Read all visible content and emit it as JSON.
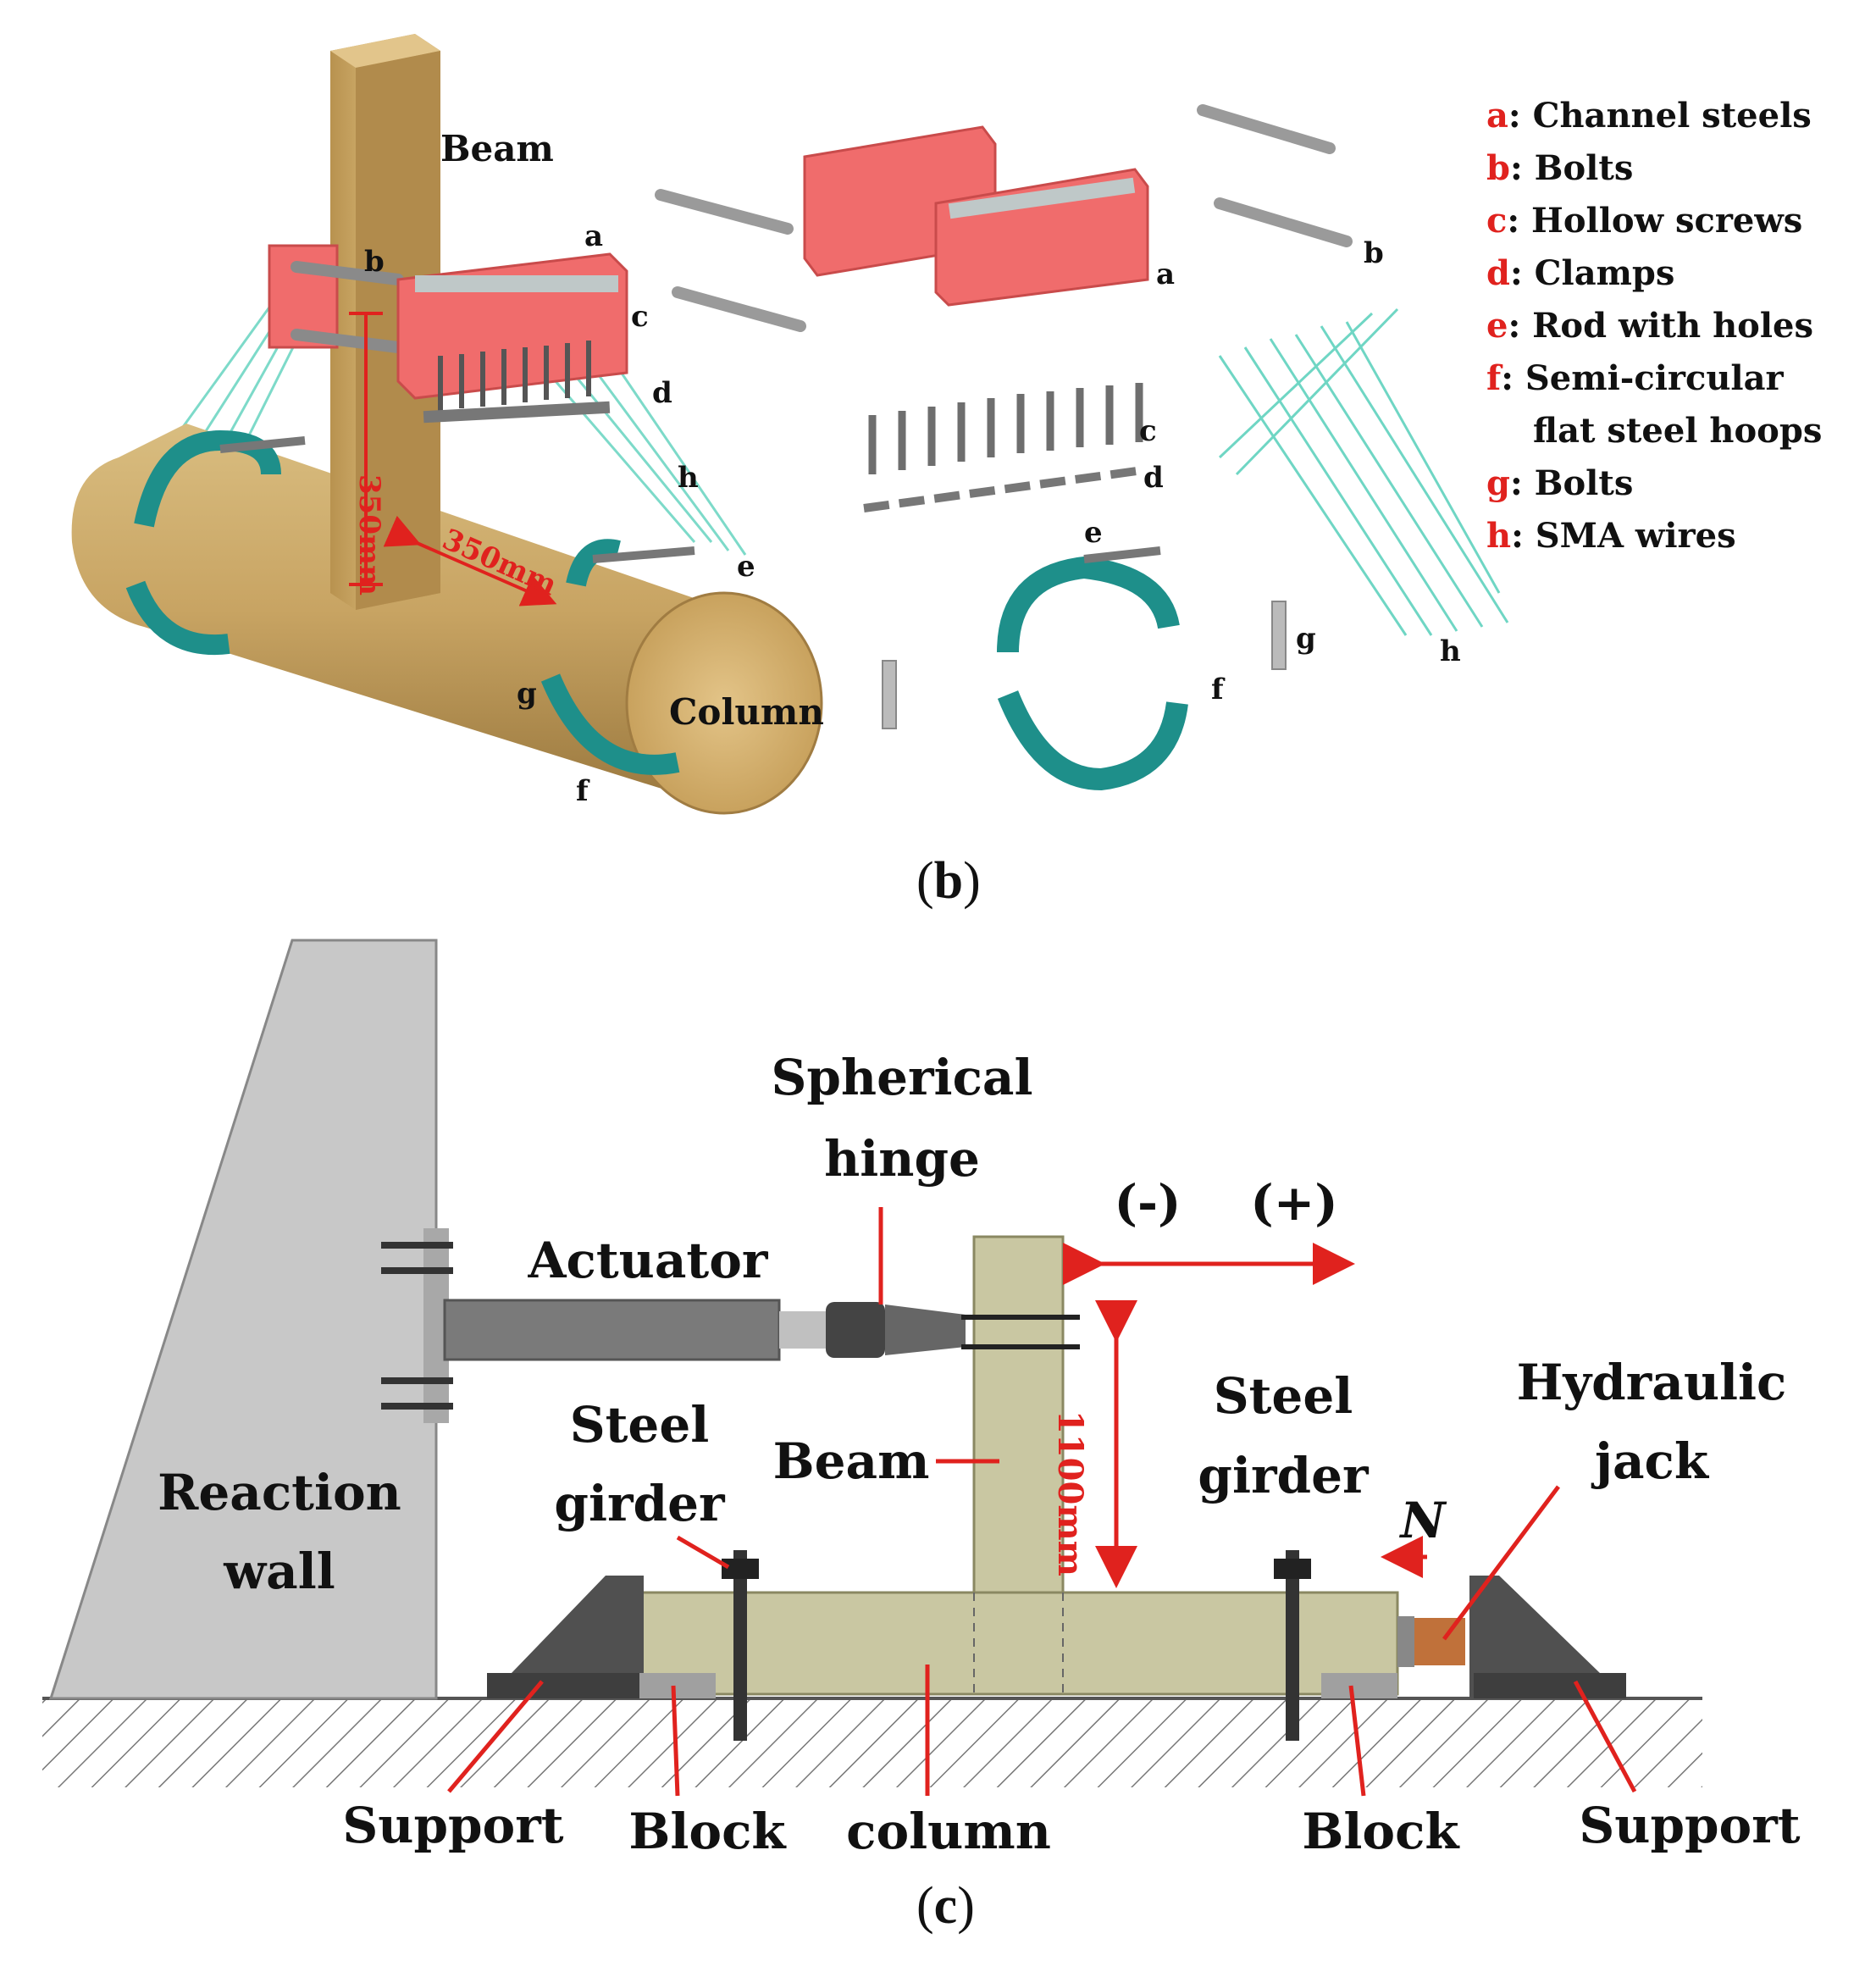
{
  "panel_b": {
    "caption_open": "(",
    "caption_letter": "b",
    "caption_close": ")",
    "labels": {
      "beam": "Beam",
      "column": "Column",
      "dim_vertical": "350mm",
      "dim_horizontal": "350mm",
      "a": "a",
      "b": "b",
      "c": "c",
      "d": "d",
      "e": "e",
      "f": "f",
      "g": "g",
      "h": "h"
    },
    "legend": [
      {
        "key": "a",
        "text": ": Channel steels"
      },
      {
        "key": "b",
        "text": ": Bolts"
      },
      {
        "key": "c",
        "text": ": Hollow screws"
      },
      {
        "key": "d",
        "text": ": Clamps"
      },
      {
        "key": "e",
        "text": ": Rod with holes"
      },
      {
        "key": "f",
        "text": ": Semi-circular"
      },
      {
        "key": "",
        "text": "flat steel hoops"
      },
      {
        "key": "g",
        "text": ": Bolts"
      },
      {
        "key": "h",
        "text": ": SMA wires"
      }
    ],
    "colors": {
      "channel": "#f06c6c",
      "hoop": "#1e8f8a",
      "wood": "#c9a869",
      "wire": "#6fd6c4"
    }
  },
  "panel_c": {
    "caption_open": "(",
    "caption_letter": "c",
    "caption_close": ")",
    "labels": {
      "spherical": "Spherical",
      "hinge": "hinge",
      "actuator": "Actuator",
      "minus": "(-)",
      "plus": "(+)",
      "dim_1100": "1100mm",
      "reaction": "Reaction",
      "wall": "wall",
      "steel_left": "Steel",
      "girder_left": "girder",
      "beam": "Beam",
      "steel_right": "Steel",
      "girder_right": "girder",
      "hydraulic": "Hydraulic",
      "jack": "jack",
      "n": "N",
      "support_left": "Support",
      "block_left": "Block",
      "column": "column",
      "block_right": "Block",
      "support_right": "Support"
    },
    "colors": {
      "wall": "#c8c8c8",
      "member": "#c9c7a2",
      "support": "#505050",
      "jack": "#c0713a",
      "arrow": "#e0221e"
    }
  }
}
